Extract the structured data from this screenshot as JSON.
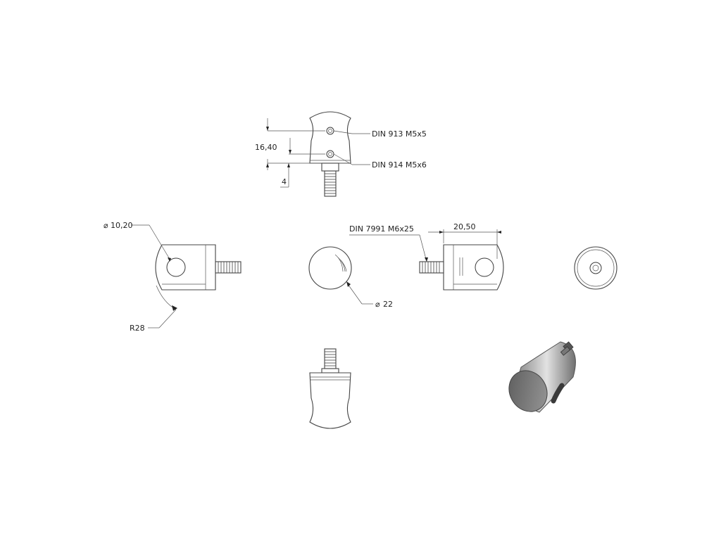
{
  "annotations": {
    "top_screw_1": "DIN 913 M5x5",
    "top_screw_2": "DIN 914 M5x6",
    "dim_16_40": "16,40",
    "dim_4": "4",
    "dim_diameter_10_20": "10,20",
    "dim_r28": "R28",
    "dim_diameter_22": "22",
    "bolt_label": "DIN 7991 M6x25",
    "dim_20_50": "20,50"
  },
  "symbols": {
    "diameter": "⌀"
  }
}
